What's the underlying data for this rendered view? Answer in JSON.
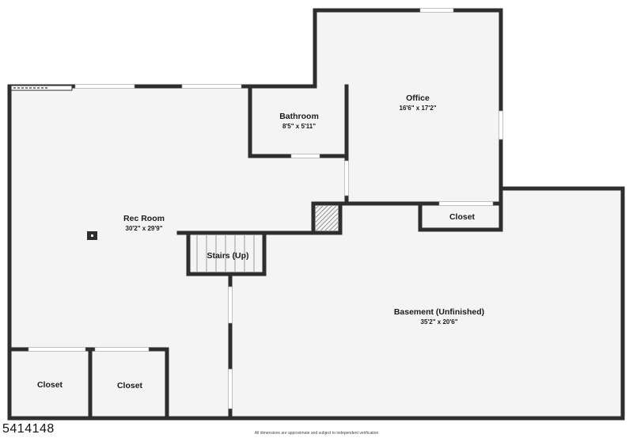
{
  "rooms": {
    "rec_room": {
      "name": "Rec Room",
      "dims": "30'2\" x 29'9\""
    },
    "bathroom": {
      "name": "Bathroom",
      "dims": "8'5\" x 5'11\""
    },
    "office": {
      "name": "Office",
      "dims": "16'6\" x 17'2\""
    },
    "office_closet": {
      "name": "Closet"
    },
    "stairs": {
      "name": "Stairs (Up)"
    },
    "basement": {
      "name": "Basement (Unfinished)",
      "dims": "35'2\" x 20'6\""
    },
    "closet_left": {
      "name": "Closet"
    },
    "closet_right": {
      "name": "Closet"
    }
  },
  "listing_id": "5414148",
  "disclaimer": "All dimensions are approximate and subject to independent verification",
  "colors": {
    "wall": "#2e2e2e",
    "floor": "#f4f4f4",
    "window": "#ffffff"
  }
}
